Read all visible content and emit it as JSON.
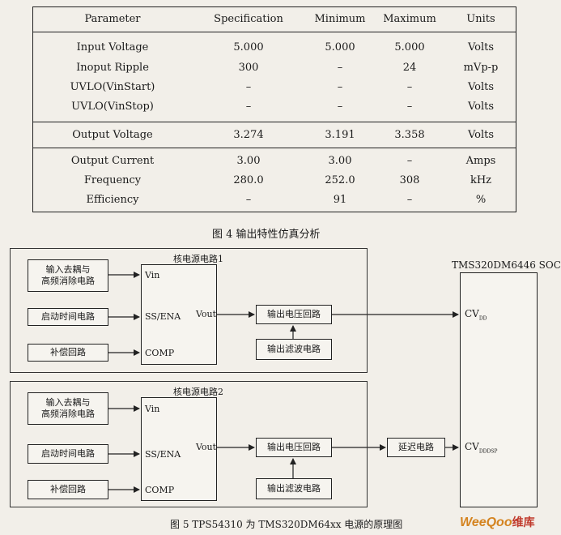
{
  "table": {
    "headers": [
      "Parameter",
      "Specification",
      "Minimum",
      "Maximum",
      "Units"
    ],
    "groups": [
      [
        [
          "Input Voltage",
          "5.000",
          "5.000",
          "5.000",
          "Volts"
        ],
        [
          "Inoput Ripple",
          "300",
          "–",
          "24",
          "mVp-p"
        ],
        [
          "UVLO(VinStart)",
          "–",
          "–",
          "–",
          "Volts"
        ],
        [
          "UVLO(VinStop)",
          "–",
          "–",
          "–",
          "Volts"
        ]
      ],
      [
        [
          "Output Voltage",
          "3.274",
          "3.191",
          "3.358",
          "Volts"
        ]
      ],
      [
        [
          "Output Current",
          "3.00",
          "3.00",
          "–",
          "Amps"
        ],
        [
          "Frequency",
          "280.0",
          "252.0",
          "308",
          "kHz"
        ],
        [
          "Efficiency",
          "–",
          "91",
          "–",
          "%"
        ]
      ]
    ]
  },
  "fig4_caption": "图 4    输出特性仿真分析",
  "diagram": {
    "soc_title": "TMS320DM6446 SOC",
    "circuit1": {
      "title": "核电源电路1",
      "in_decouple": [
        "输入去耦与",
        "高频消除电路"
      ],
      "startup": "启动时间电路",
      "comp_loop": "补偿回路",
      "pin_vin": "Vin",
      "pin_ss": "SS/ENA",
      "pin_comp": "COMP",
      "pin_vout": "Vout",
      "out_voltage": "输出电压回路",
      "out_filter": "输出滤波电路",
      "soc_pin": "CV",
      "soc_pin_sub": "DD"
    },
    "circuit2": {
      "title": "核电源电路2",
      "in_decouple": [
        "输入去耦与",
        "高频消除电路"
      ],
      "startup": "启动时间电路",
      "comp_loop": "补偿回路",
      "pin_vin": "Vin",
      "pin_ss": "SS/ENA",
      "pin_comp": "COMP",
      "pin_vout": "Vout",
      "out_voltage": "输出电压回路",
      "out_filter": "输出滤波电路",
      "delay": "延迟电路",
      "soc_pin": "CV",
      "soc_pin_sub": "DDDSP"
    }
  },
  "fig5_caption": "图 5    TPS54310 为 TMS320DM64xx 电源的原理图",
  "watermark": {
    "brand": "WeeQoo",
    "suffix": "维库"
  }
}
